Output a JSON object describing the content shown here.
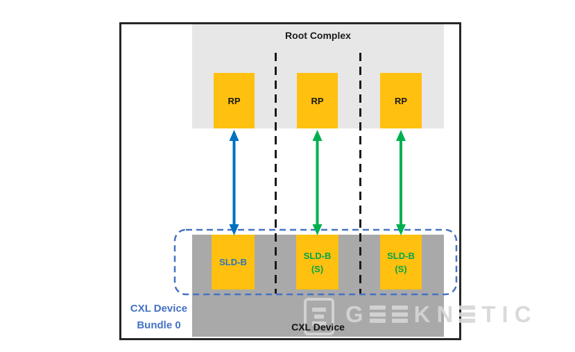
{
  "colors": {
    "box-orange": "#FFC010",
    "root-gray": "#E8E7E7",
    "device-gray": "#A9A9A9",
    "arrow-blue": "#0070C0",
    "arrow-green": "#00B050",
    "text-blue": "#2E75B6",
    "text-green": "#00A64A",
    "bundle-blue": "#4472C4",
    "line-black": "#1A1A1A",
    "watermark-gray": "#D6D6D6"
  },
  "diagram": {
    "root_complex": {
      "title": "Root Complex",
      "ports": [
        {
          "label": "RP"
        },
        {
          "label": "RP"
        },
        {
          "label": "RP"
        }
      ]
    },
    "cxl_device": {
      "label": "CXL Device",
      "sld_boxes": [
        {
          "label": "SLD-B",
          "sublabel": ""
        },
        {
          "label": "SLD-B",
          "sublabel": "(S)"
        },
        {
          "label": "SLD-B",
          "sublabel": "(S)"
        }
      ]
    },
    "bundle": {
      "label_line1": "CXL Device",
      "label_line2": "Bundle 0"
    },
    "links": [
      {
        "type": "bidirectional-arrow",
        "from": "RP 1",
        "to": "SLD-B 1",
        "color": "#0070C0"
      },
      {
        "type": "bidirectional-arrow",
        "from": "RP 2",
        "to": "SLD-B (S) 2",
        "color": "#00B050"
      },
      {
        "type": "bidirectional-arrow",
        "from": "RP 3",
        "to": "SLD-B (S) 3",
        "color": "#00B050"
      }
    ]
  },
  "watermark": {
    "brand": "GEEKNETIC"
  }
}
